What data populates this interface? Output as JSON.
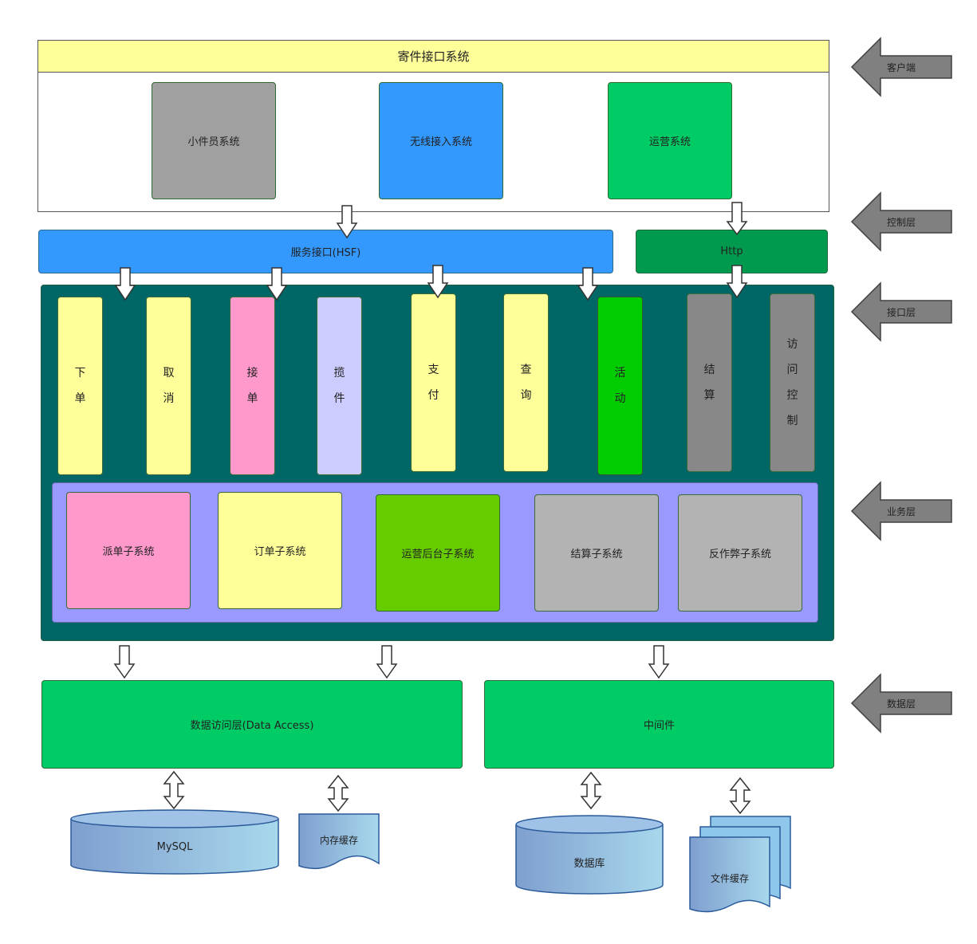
{
  "top": {
    "title": "寄件接口系统",
    "systems": [
      "小件员系统",
      "无线接入系统",
      "运营系统"
    ]
  },
  "control": {
    "hsf": "服务接口(HSF)",
    "http": "Http"
  },
  "interfaces": [
    {
      "chars": [
        "下",
        "单"
      ]
    },
    {
      "chars": [
        "取",
        "消"
      ]
    },
    {
      "chars": [
        "接",
        "单"
      ]
    },
    {
      "chars": [
        "揽",
        "件"
      ]
    },
    {
      "chars": [
        "支",
        "付"
      ]
    },
    {
      "chars": [
        "查",
        "询"
      ]
    },
    {
      "chars": [
        "活",
        "动"
      ]
    },
    {
      "chars": [
        "结",
        "算"
      ]
    },
    {
      "chars": [
        "访",
        "问",
        "控",
        "制"
      ]
    }
  ],
  "business": [
    "派单子系统",
    "订单子系统",
    "运营后台子系统",
    "结算子系统",
    "反作弊子系统"
  ],
  "data_layer": {
    "access": "数据访问层(Data Access)",
    "middleware": "中间件"
  },
  "storage": {
    "mysql": "MySQL",
    "memcache": "内存缓存",
    "database": "数据库",
    "filecache": "文件缓存"
  },
  "layers": [
    "客户端",
    "控制层",
    "接口层",
    "业务层",
    "数据层"
  ],
  "colors": {
    "yellow": "#ffff99",
    "blue": "#3399ff",
    "green": "#00cc66",
    "dark_green": "#009a4e",
    "teal": "#006666",
    "lavender": "#9999ff",
    "pink": "#ff99cc",
    "gray": "#999999"
  }
}
